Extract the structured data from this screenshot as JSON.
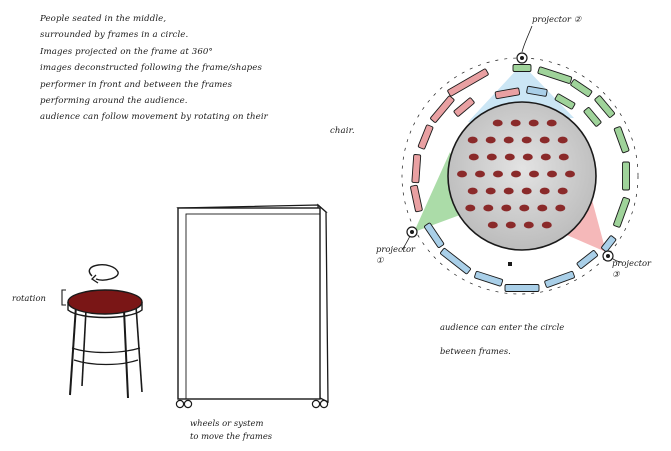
{
  "notes": [
    "People seated in the middle,",
    "surrounded by frames in a circle.",
    "Images projected on the frame at 360°",
    "images deconstructed following the frame/shapes",
    "performer in front and between the frames",
    "performing around the audience.",
    "audience can follow movement by rotating on their",
    "chair."
  ],
  "stool": {
    "label": "rotation"
  },
  "frame_panel": {
    "caption_line1": "wheels or system",
    "caption_line2": "to move the frames"
  },
  "projectors": [
    {
      "label": "projector",
      "number": "①"
    },
    {
      "label": "projector",
      "number": "②"
    },
    {
      "label": "projector",
      "number": "③"
    }
  ],
  "caption": {
    "line1": "audience can enter the circle",
    "line2": "between frames."
  },
  "colors": {
    "ink": "#1a1a1a",
    "seat_red": "#7a1616",
    "audience_dot": "#8a2a2a",
    "frame_red": "#e9a0a2",
    "frame_blue": "#a9cfe8",
    "frame_green": "#9fd39a",
    "beam_blue": "#b9ddf2",
    "beam_green": "#8fd08b",
    "beam_red": "#f2a6a8"
  }
}
